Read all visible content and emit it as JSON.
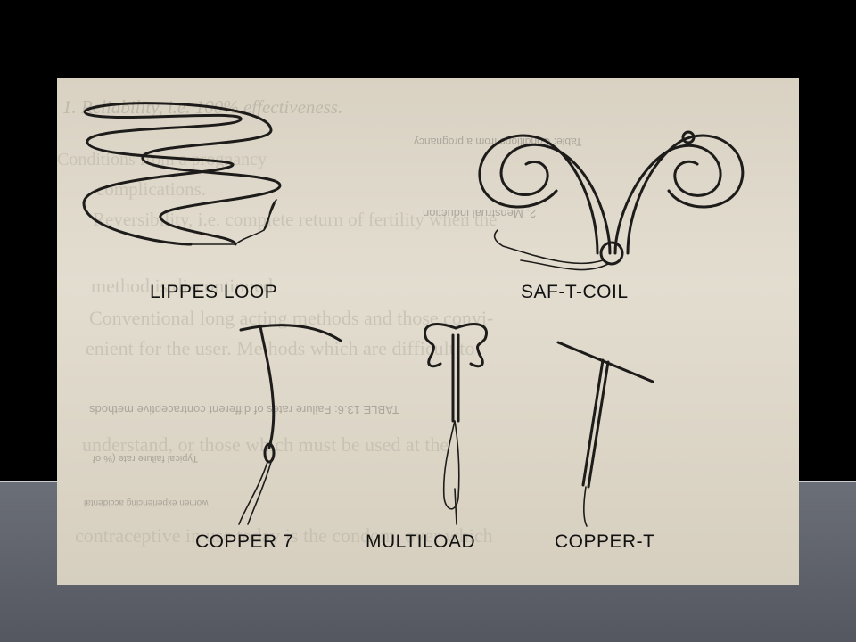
{
  "labels": {
    "lippes_loop": "LIPPES LOOP",
    "saf_t_coil": "SAF-T-COIL",
    "copper_7": "COPPER 7",
    "multiload": "MULTILOAD",
    "copper_t": "COPPER-T"
  },
  "background_text": {
    "line1": "1.  Reliability, i.e. 100% effectiveness.",
    "line2": "Conditions from a prognancy",
    "line3": "complications.",
    "line4": "Reversibility, i.e. complete return of fertility when the",
    "line5": "method is discontinued.",
    "line6": "Conventional long acting methods and those convi-",
    "line7": "enient for the user. Methods which are difficult to",
    "line8": "understand, or those which must be used at the",
    "line9": "contraceptive in use today is the condom, over which"
  },
  "mirrored_text": {
    "line1": "Table: Conditions from a prognancy",
    "line2": "2. Menstrual induction",
    "line3": "TABLE 13.6: Failure rates of different contraceptive methods",
    "line4": "Typical failure rate (% of",
    "line5": "women experiencing accidental"
  },
  "colors": {
    "page_background": "#000000",
    "bottom_band": "#5f636b",
    "paper": "#ddd6c8",
    "ink": "#1d1c1a"
  }
}
